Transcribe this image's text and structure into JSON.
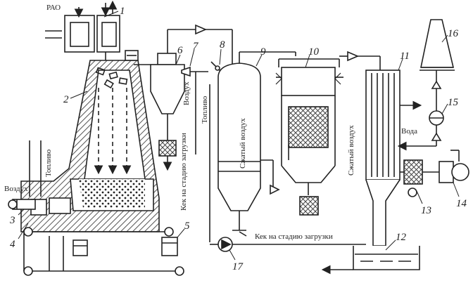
{
  "labels": {
    "rao": "РАО",
    "vozdukh_left": "Воздух",
    "toplivo_left": "Топливо",
    "vozdukh_cyclone": "Воздух",
    "toplivo_mid": "Топливо",
    "kek_vertical": "Кек на стадию загрузки",
    "szhaty_9": "Сжатый воздух",
    "szhaty_11": "Сжатый воздух",
    "voda": "Вода",
    "kek_bottom": "Кек на стадию загрузки"
  },
  "numbers": [
    "1",
    "2",
    "3",
    "4",
    "5",
    "6",
    "7",
    "8",
    "9",
    "10",
    "11",
    "12",
    "13",
    "14",
    "15",
    "16",
    "17"
  ],
  "colors": {
    "ink": "#222222",
    "hatch": "#555555",
    "bg": "#ffffff"
  }
}
